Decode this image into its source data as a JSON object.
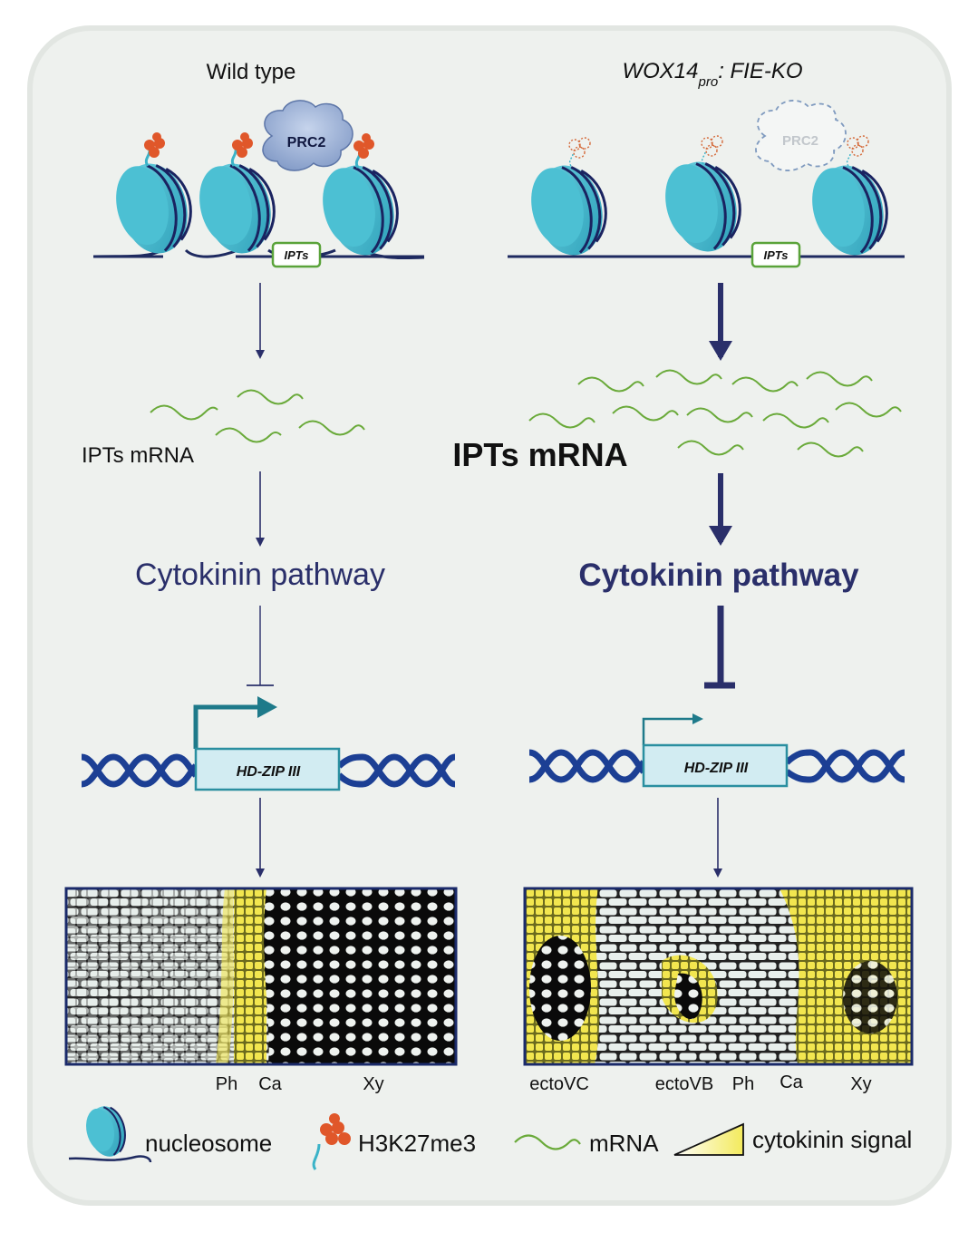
{
  "wild_type": {
    "title": "Wild type",
    "prc2_label": "PRC2",
    "gene_label": "IPTs",
    "mrna_label": "IPTs mRNA",
    "pathway_label": "Cytokinin pathway",
    "target_gene": "HD-ZIP III",
    "tissue_labels": [
      "Ph",
      "Ca",
      "Xy"
    ]
  },
  "mutant": {
    "title_main": "WOX14",
    "title_sub": "pro",
    "title_rest": ": FIE-KO",
    "prc2_label": "PRC2",
    "gene_label": "IPTs",
    "mrna_label": "IPTs mRNA",
    "pathway_label": "Cytokinin pathway",
    "target_gene": "HD-ZIP III",
    "tissue_labels": [
      "ectoVC",
      "ectoVB",
      "Ph",
      "Ca",
      "Xy"
    ]
  },
  "legend": {
    "nucleosome": "nucleosome",
    "mark": "H3K27me3",
    "mrna": "mRNA",
    "signal": "cytokinin signal"
  },
  "colors": {
    "nucleosome": "#3bb3c8",
    "dna_line": "#1e2a60",
    "h3k27me3": "#e0572a",
    "prc2": "#8fa7cf",
    "mrna": "#6aaa3a",
    "arrow": "#2a2f6a",
    "helix": "#1c3f94",
    "gene_box": "#d2ecf2",
    "cytokinin": "#f3ea5c"
  }
}
